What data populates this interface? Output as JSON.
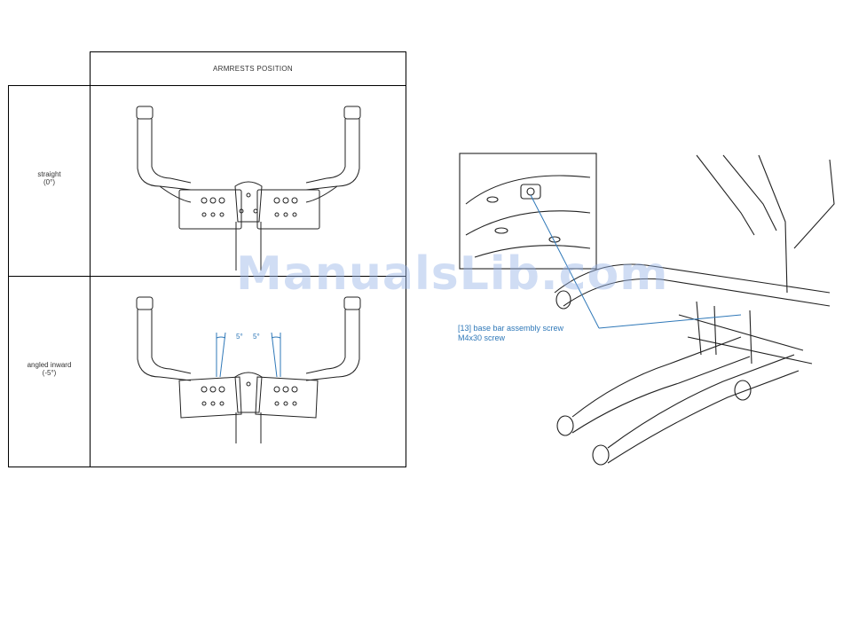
{
  "table": {
    "header": "ARMRESTS POSITION",
    "rows": [
      {
        "label_line1": "straight",
        "label_line2": "(0°)"
      },
      {
        "label_line1": "angled inward",
        "label_line2": "(-5°)",
        "angle_left": "5°",
        "angle_right": "5°"
      }
    ]
  },
  "callout": {
    "line1": "[13] base bar assembly screw",
    "line2": "M4x30 screw"
  },
  "watermark": "ManualsLib.com",
  "colors": {
    "accent": "#2f78b8",
    "lines": "#000000"
  }
}
